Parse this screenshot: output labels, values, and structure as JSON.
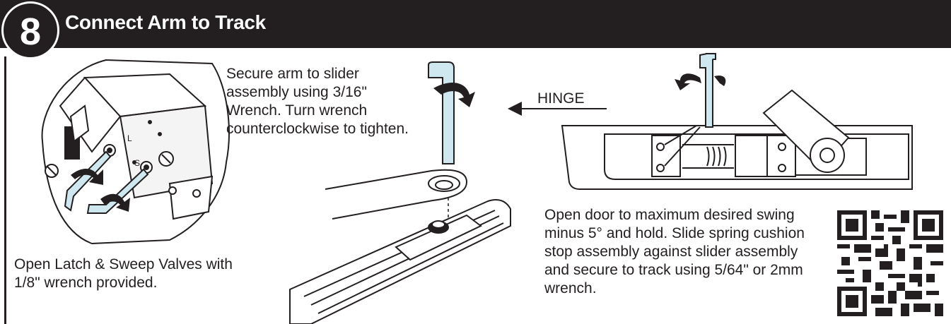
{
  "header": {
    "step_number": "8",
    "title": "Connect Arm to Track"
  },
  "captions": {
    "valves": "Open Latch & Sweep Valves with 1/8\" wrench provided.",
    "secure_arm": "Secure arm to slider assembly using 3/16\" Wrench. Turn wrench counterclockwise to tighten.",
    "stop_assembly": "Open door to maximum desired swing minus 5° and hold. Slide spring cushion stop assembly against slider assembly and secure to track using 5/64\" or 2mm wrench."
  },
  "labels": {
    "hinge": "HINGE",
    "valve_l": "L",
    "valve_s": "S"
  },
  "icons": [
    "qr-code-icon",
    "hex-wrench-icon",
    "rotate-arrow-icon"
  ],
  "colors": {
    "ink": "#231f20",
    "paper": "#ffffff",
    "wrench_fill": "#cfe8ef"
  }
}
